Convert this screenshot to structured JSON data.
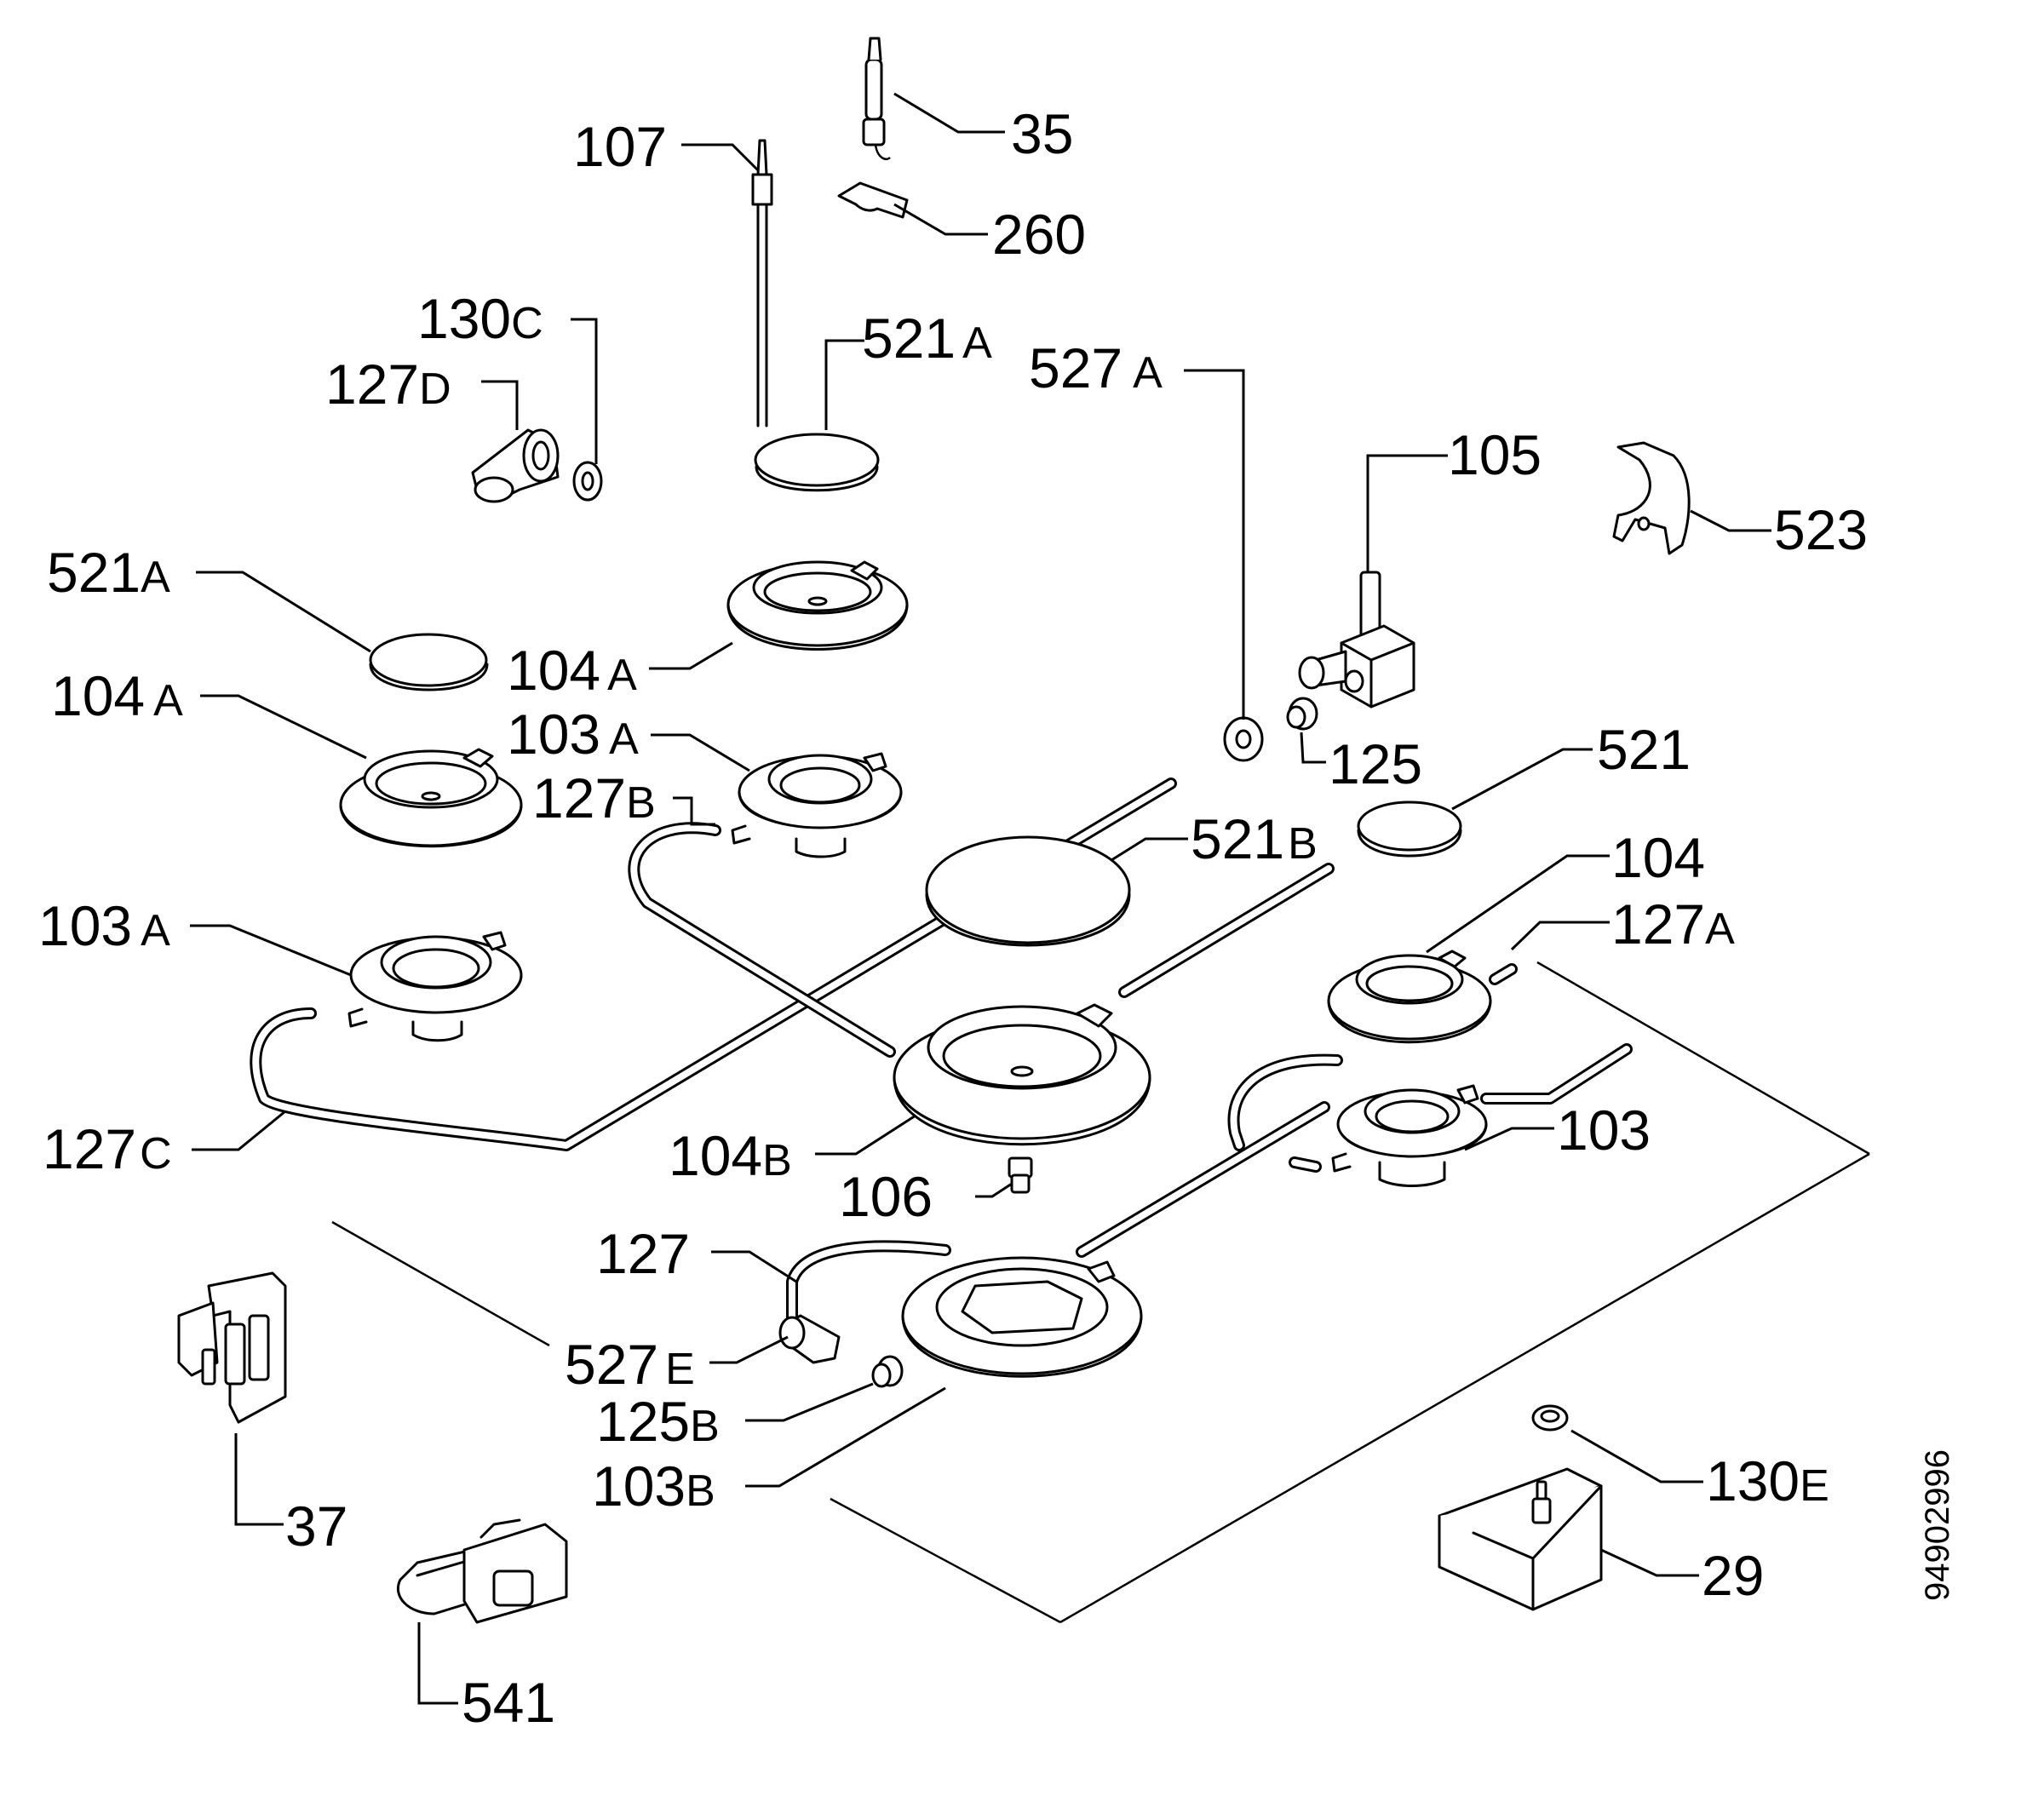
{
  "diagram": {
    "document_number": "94902996",
    "labels": [
      {
        "id": "107",
        "num": "107",
        "suffix": ""
      },
      {
        "id": "35",
        "num": "35",
        "suffix": ""
      },
      {
        "id": "260",
        "num": "260",
        "suffix": ""
      },
      {
        "id": "130c",
        "num": "130",
        "suffix": "C"
      },
      {
        "id": "127d",
        "num": "127",
        "suffix": "D"
      },
      {
        "id": "521a-top",
        "num": "521",
        "suffix": "A"
      },
      {
        "id": "527a",
        "num": "527",
        "suffix": "A"
      },
      {
        "id": "105",
        "num": "105",
        "suffix": ""
      },
      {
        "id": "523",
        "num": "523",
        "suffix": ""
      },
      {
        "id": "521a-left",
        "num": "521",
        "suffix": "A"
      },
      {
        "id": "104a-mid",
        "num": "104",
        "suffix": "A"
      },
      {
        "id": "104a-left",
        "num": "104",
        "suffix": "A"
      },
      {
        "id": "103a-mid",
        "num": "103",
        "suffix": "A"
      },
      {
        "id": "127b",
        "num": "127",
        "suffix": "B"
      },
      {
        "id": "125",
        "num": "125",
        "suffix": ""
      },
      {
        "id": "521",
        "num": "521",
        "suffix": ""
      },
      {
        "id": "521b",
        "num": "521",
        "suffix": "B"
      },
      {
        "id": "104",
        "num": "104",
        "suffix": ""
      },
      {
        "id": "103a-left",
        "num": "103",
        "suffix": "A"
      },
      {
        "id": "127a",
        "num": "127",
        "suffix": "A"
      },
      {
        "id": "103",
        "num": "103",
        "suffix": ""
      },
      {
        "id": "127c",
        "num": "127",
        "suffix": "C"
      },
      {
        "id": "104b",
        "num": "104",
        "suffix": "B"
      },
      {
        "id": "106",
        "num": "106",
        "suffix": ""
      },
      {
        "id": "127",
        "num": "127",
        "suffix": ""
      },
      {
        "id": "527e",
        "num": "527",
        "suffix": "E"
      },
      {
        "id": "125b",
        "num": "125",
        "suffix": "B"
      },
      {
        "id": "103b",
        "num": "103",
        "suffix": "B"
      },
      {
        "id": "37",
        "num": "37",
        "suffix": ""
      },
      {
        "id": "130e",
        "num": "130",
        "suffix": "E"
      },
      {
        "id": "29",
        "num": "29",
        "suffix": ""
      },
      {
        "id": "541",
        "num": "541",
        "suffix": ""
      }
    ]
  }
}
